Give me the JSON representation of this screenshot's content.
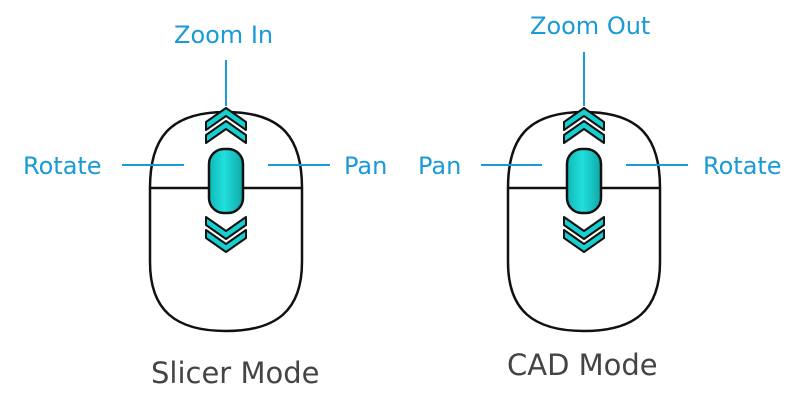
{
  "colors": {
    "label": "#1a9ad6",
    "mode_label": "#444444",
    "wheel": "#17cfcf",
    "outline": "#111111"
  },
  "slicer": {
    "mode_label": "Slicer Mode",
    "scroll_up": "Zoom In",
    "left_button": "Rotate",
    "right_button": "Pan",
    "icons": {
      "mouse": "mouse-icon",
      "up": "double-chevron-up-icon",
      "down": "double-chevron-down-icon",
      "wheel": "scroll-wheel-icon"
    }
  },
  "cad": {
    "mode_label": "CAD Mode",
    "scroll_up": "Zoom Out",
    "left_button": "Pan",
    "right_button": "Rotate",
    "icons": {
      "mouse": "mouse-icon",
      "up": "double-chevron-up-icon",
      "down": "double-chevron-down-icon",
      "wheel": "scroll-wheel-icon"
    }
  }
}
